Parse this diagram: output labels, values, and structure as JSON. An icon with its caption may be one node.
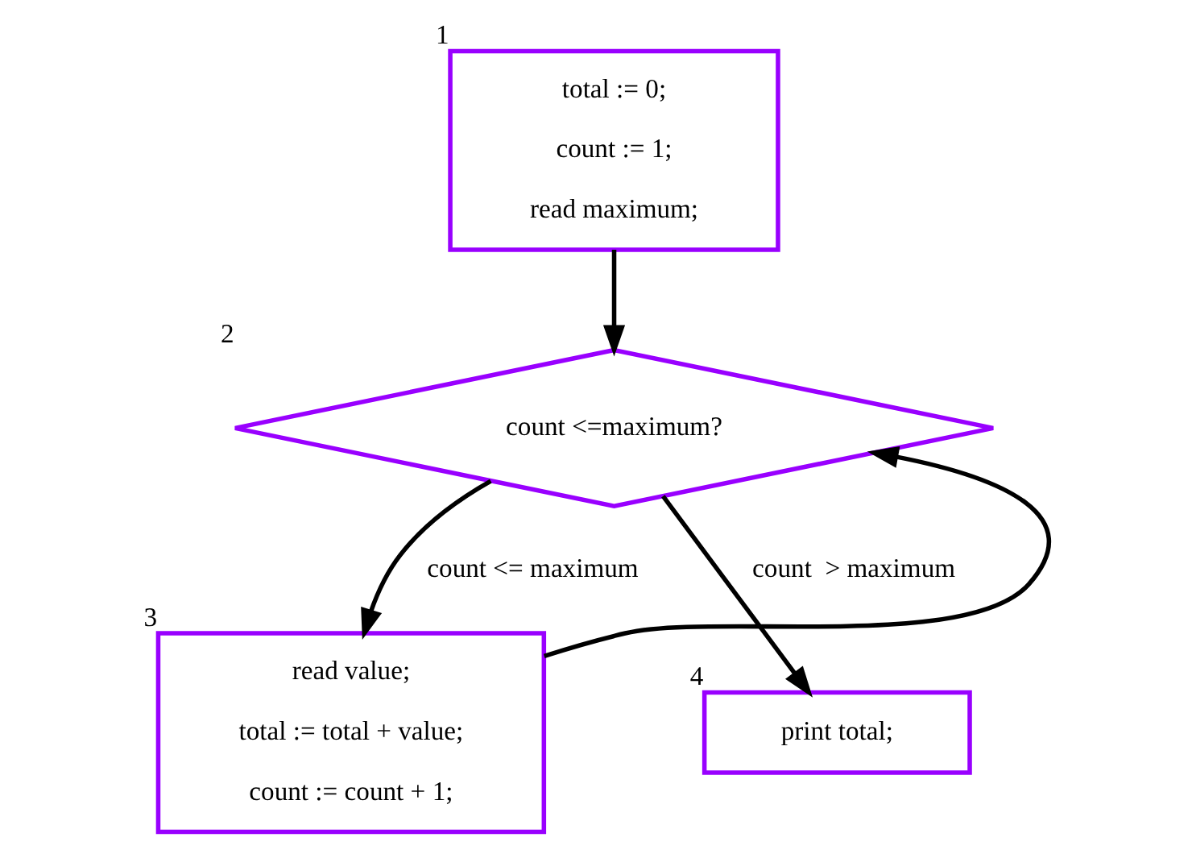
{
  "diagram": {
    "nodes": [
      {
        "text": [
          "total := 0;",
          "count := 1;",
          "read maximum;"
        ],
        "beside": [
          "1"
        ]
      },
      {
        "text": [
          "count <=maximum?"
        ],
        "beside": [
          "2"
        ]
      },
      {
        "text": [
          "read value;",
          "total := total + value;",
          "count := count + 1;"
        ],
        "beside": [
          "3"
        ]
      },
      {
        "text": [
          "print total;"
        ],
        "beside": [
          "4"
        ]
      }
    ],
    "edges": [
      {
        "from": 0,
        "to": 1,
        "arrow": "to"
      },
      {
        "from": 1,
        "to": 2,
        "arrow": "to",
        "label": "count <= maximum"
      },
      {
        "from": 1,
        "to": 3,
        "arrow": "to",
        "label": "count  > maximum"
      },
      {
        "from": 2,
        "to": 1,
        "arrow": "to"
      }
    ]
  }
}
